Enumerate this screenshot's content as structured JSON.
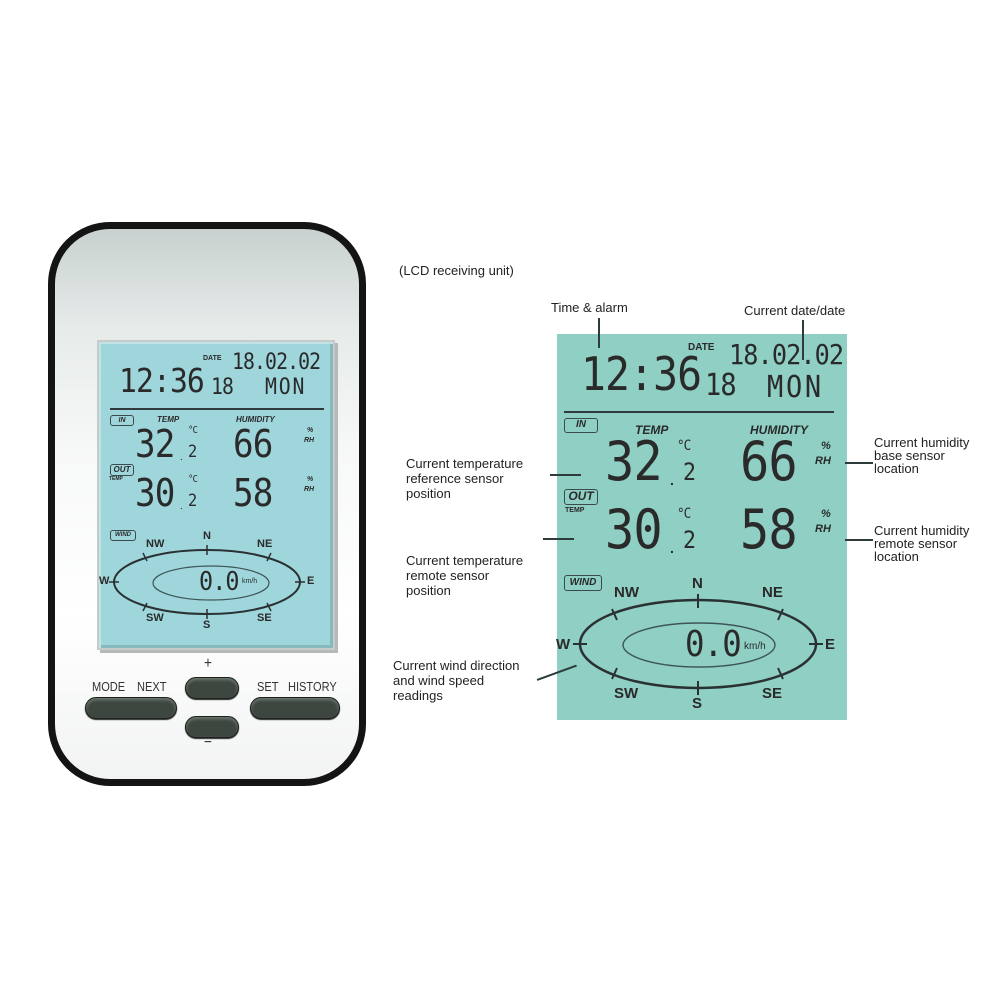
{
  "caption": "(LCD receiving unit)",
  "device": {
    "lcd": {
      "date_label": "DATE",
      "date": "18.02.02",
      "time": "12:36",
      "seconds": "18",
      "weekday": "MON",
      "in_label": "IN",
      "out_label": "OUT",
      "out_sub_label": "TEMP",
      "temp_header": "TEMP",
      "humidity_header": "HUMIDITY",
      "in_temp_int": "32",
      "in_temp_dec": "2",
      "out_temp_int": "30",
      "out_temp_dec": "2",
      "temp_unit": "°C",
      "in_humidity": "66",
      "out_humidity": "58",
      "humidity_unit_top": "%",
      "humidity_unit_bottom": "RH",
      "wind_label": "WIND",
      "wind_speed": "0.0",
      "wind_unit": "km/h",
      "compass": {
        "N": "N",
        "NE": "NE",
        "E": "E",
        "SE": "SE",
        "S": "S",
        "SW": "SW",
        "W": "W",
        "NW": "NW"
      }
    },
    "buttons": {
      "mode": "MODE",
      "next": "NEXT",
      "plus": "+",
      "minus": "−",
      "set": "SET",
      "history": "HISTORY"
    }
  },
  "annotations": {
    "time_alarm": "Time & alarm",
    "current_date": "Current date/date",
    "temp_reference": [
      "Current temperature",
      "reference sensor",
      "position"
    ],
    "temp_remote": [
      "Current temperature",
      "remote sensor",
      "position"
    ],
    "wind": [
      "Current wind direction",
      "and wind speed",
      "readings"
    ],
    "humidity_base": [
      "Current humidity",
      "base sensor",
      "location"
    ],
    "humidity_remote": [
      "Current humidity",
      "remote sensor",
      "location"
    ]
  },
  "colors": {
    "lcd_small_bg": "#9fd6dc",
    "lcd_big_bg": "#8fcfc4",
    "device_border": "#141414",
    "button_fill": "#3d463f",
    "segment_text": "#2a2a2a"
  }
}
